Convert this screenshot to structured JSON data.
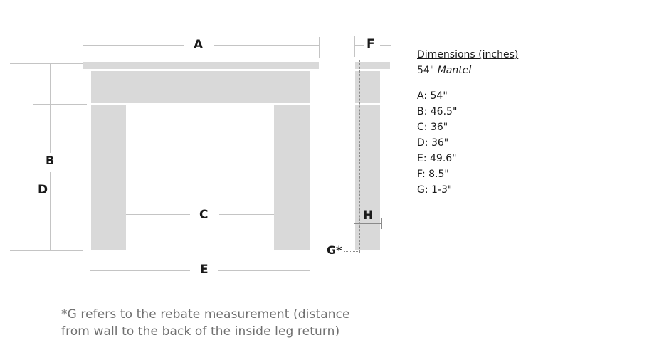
{
  "diagram": {
    "labels": {
      "A": "A",
      "B": "B",
      "C": "C",
      "D": "D",
      "E": "E",
      "F": "F",
      "G": "G*",
      "H": "H"
    },
    "colors": {
      "panel": "#d9d9d9",
      "dimension_line": "#c4c4c4",
      "label_text": "#1a1a1a",
      "footnote_text": "#707070"
    }
  },
  "specs": {
    "title": "Dimensions (inches)",
    "subtitle_number": "54\"",
    "subtitle_name": "Mantel",
    "items": [
      {
        "key": "A",
        "text": "A: 54\""
      },
      {
        "key": "B",
        "text": "B: 46.5\""
      },
      {
        "key": "C",
        "text": "C: 36\""
      },
      {
        "key": "D",
        "text": "D: 36\""
      },
      {
        "key": "E",
        "text": "E: 49.6\""
      },
      {
        "key": "F",
        "text": "F: 8.5\""
      },
      {
        "key": "G",
        "text": "G: 1-3\""
      }
    ]
  },
  "footnote": {
    "line1": "*G refers to the rebate measurement (distance",
    "line2": "from wall to the back of the inside leg return)"
  }
}
